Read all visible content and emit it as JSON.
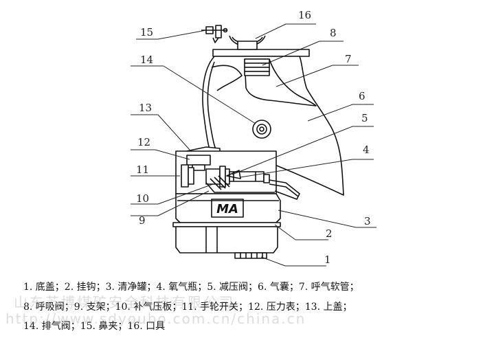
{
  "callouts": [
    "1",
    "2",
    "3",
    "4",
    "5",
    "6",
    "7",
    "8",
    "9",
    "10",
    "11",
    "12",
    "13",
    "14",
    "15",
    "16"
  ],
  "stamp": "MA",
  "legend": {
    "line1": "1. 底盖；2. 挂钩；3. 清净罐；4. 氧气瓶；5. 减压阀；6. 气囊；7. 呼气软管；",
    "line2": "8. 呼吸阀；9. 支架；10. 补气压板；11. 手轮开关；12. 压力表；13. 上盖；",
    "line3": "14. 排气阀；15. 鼻夹；16. 口具"
  },
  "watermark": {
    "line1": "山东苏博煤矿安全科技有限公司",
    "line2": "http://www.sdyoubo.com.cn/china.cn"
  }
}
